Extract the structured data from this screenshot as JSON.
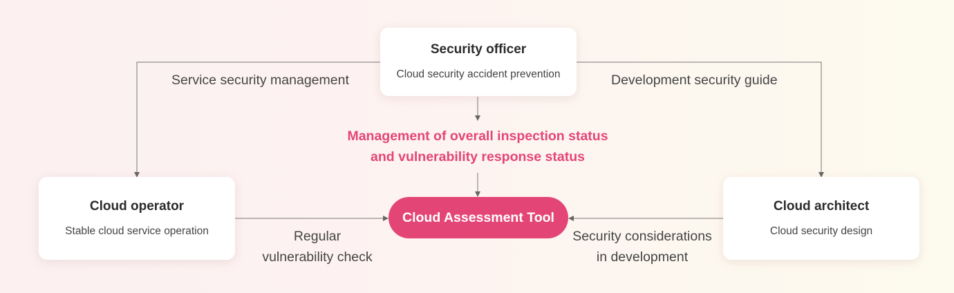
{
  "security_officer": {
    "title": "Security officer",
    "description": "Cloud security accident prevention"
  },
  "cloud_operator": {
    "title": "Cloud operator",
    "description": "Stable cloud service operation"
  },
  "cloud_architect": {
    "title": "Cloud architect",
    "description": "Cloud security design"
  },
  "central_tool": {
    "label": "Cloud Assessment Tool"
  },
  "edge_labels": {
    "service_security": "Service security management",
    "development_guide": "Development security guide",
    "management_line1": "Management of overall inspection status",
    "management_line2": "and vulnerability response status",
    "regular_line1": "Regular",
    "regular_line2": "vulnerability check",
    "considerations_line1": "Security considerations",
    "considerations_line2": "in development"
  },
  "colors": {
    "accent": "#e44577",
    "connector": "#666666",
    "card_background": "#ffffff"
  }
}
